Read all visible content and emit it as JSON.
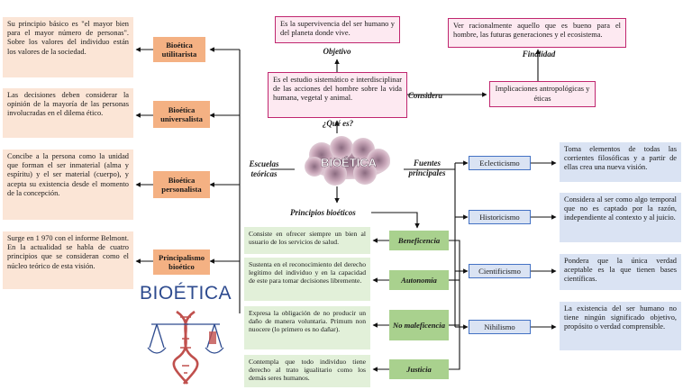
{
  "center": {
    "label": "BIOÉTICA"
  },
  "top": {
    "definition": "Es el estudio sistemático e interdisciplinar de las acciones del hombre sobre la vida humana, vegetal y animal.",
    "question": "¿Qué es?",
    "objective_label": "Objetivo",
    "objective_text": "Es la supervivencia del ser humano y del planeta donde vive.",
    "considera_label": "Considera",
    "implicaciones": "Implicaciones antropológicas y éticas",
    "finalidad_label": "Finalidad",
    "finalidad_text": "Ver racionalmente aquello que es bueno para el hombre, las futuras generaciones y el ecosistema."
  },
  "escuelas": {
    "label": "Escuelas teóricas",
    "items": [
      {
        "name": "Bioética utilitarista",
        "text": "Su principio básico es \"el mayor bien para el mayor número de personas\". Sobre los valores del individuo están los valores de la sociedad."
      },
      {
        "name": "Bioética universalista",
        "text": "Las decisiones deben considerar la opinión de la mayoría de las personas involucradas en el dilema ético."
      },
      {
        "name": "Bioética personalista",
        "text": "Concibe a la persona como la unidad que forman el ser inmaterial (alma y espíritu) y el ser material (cuerpo), y acepta su existencia desde el momento de la concepción."
      },
      {
        "name": "Principalismo bioético",
        "text": "Surge en 1 970 con el informe Belmont. En la actualidad se habla de cuatro principios que se consideran como el núcleo teórico de esta visión."
      }
    ]
  },
  "principios": {
    "label": "Principios bioéticos",
    "items": [
      {
        "name": "Beneficencia",
        "text": "Consiste en ofrecer siempre un bien al usuario de los servicios de salud."
      },
      {
        "name": "Autonomía",
        "text": "Sustenta en el reconocimiento del derecho legítimo del individuo y en la capacidad de este para tomar decisiones libremente."
      },
      {
        "name": "No maleficencia",
        "text": "Expresa la obligación de no producir un daño de manera voluntaria. Primum non nuocere (lo primero es no dañar)."
      },
      {
        "name": "Justicia",
        "text": "Contempla que todo individuo tiene derecho al trato igualitario como los demás seres humanos."
      }
    ]
  },
  "fuentes": {
    "label": "Fuentes principales",
    "items": [
      {
        "name": "Eclecticismo",
        "text": "Toma elementos de todas las corrientes filosóficas y a partir de ellas crea una nueva visión."
      },
      {
        "name": "Historicismo",
        "text": "Considera al ser como algo temporal que no es captado por la razón, independiente al contexto y al juicio."
      },
      {
        "name": "Cientificismo",
        "text": "Pondera que la única verdad aceptable es la que tienen bases científicas."
      },
      {
        "name": "Nihilismo",
        "text": "La existencia del ser humano no tiene ningún significado objetivo, propósito o verdad comprensible."
      }
    ]
  },
  "logo": {
    "title": "BIOÉTICA"
  },
  "colors": {
    "peach": "#fbe5d6",
    "tan": "#f4b183",
    "pink_border": "#c0266f",
    "green": "#e2f0d9",
    "dark_green": "#a9d18e",
    "blue": "#dae3f3",
    "blue_border": "#4472c4",
    "logo_blue": "#2e4b8f",
    "logo_red": "#c0504d"
  }
}
